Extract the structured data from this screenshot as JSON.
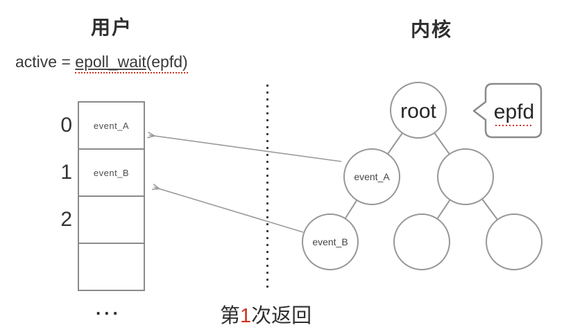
{
  "headers": {
    "user": "用户",
    "kernel": "内核"
  },
  "formula": {
    "prefix": "active = ",
    "function_name": "epoll_wait",
    "args": "(epfd)"
  },
  "array": {
    "rows": [
      {
        "index": "0",
        "value": "event_A"
      },
      {
        "index": "1",
        "value": "event_B"
      },
      {
        "index": "2",
        "value": ""
      },
      {
        "index": "",
        "value": ""
      }
    ],
    "ellipsis": "..."
  },
  "divider_caption": {
    "prefix": "第",
    "number": "1",
    "suffix": "次返回"
  },
  "tree": {
    "nodes": [
      {
        "id": "root",
        "label": "root"
      },
      {
        "id": "event_A",
        "label": "event_A"
      },
      {
        "id": "right",
        "label": ""
      },
      {
        "id": "event_B",
        "label": "event_B"
      },
      {
        "id": "mid",
        "label": ""
      },
      {
        "id": "rightmost",
        "label": ""
      }
    ]
  },
  "bubble": {
    "label": "epfd"
  },
  "colors": {
    "line_gray": "#979797",
    "border_gray": "#8a8a8a",
    "text_dark": "#2f2f2f",
    "node_text": "#454545",
    "accent_red": "#cc3322"
  }
}
